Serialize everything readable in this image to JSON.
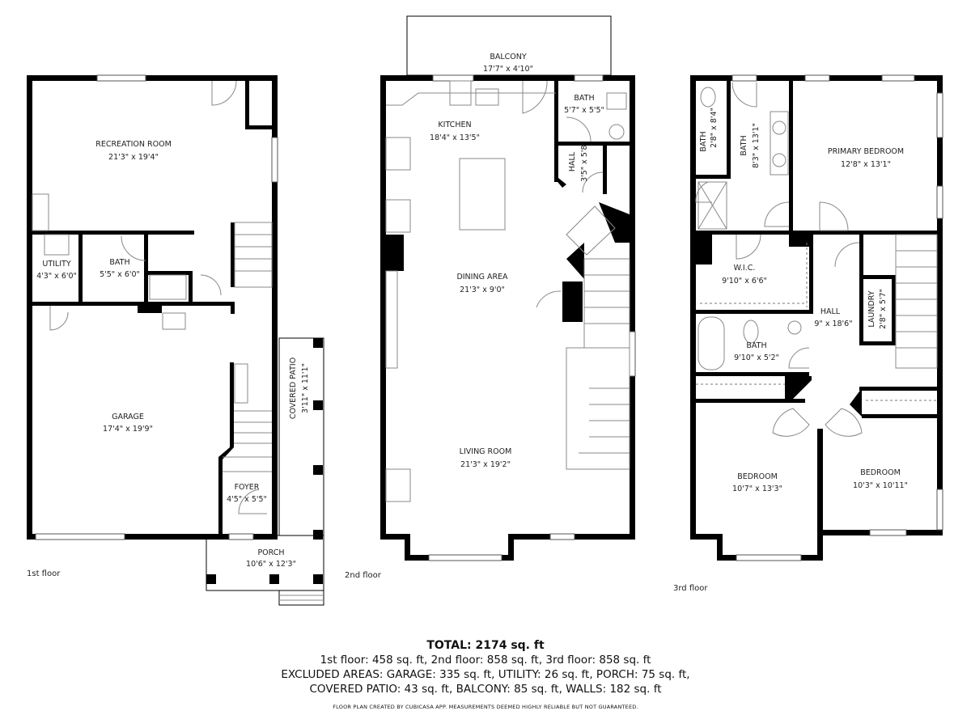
{
  "floors": [
    {
      "label": "1st floor",
      "rooms": [
        {
          "name": "RECREATION ROOM",
          "dims": "21'3\" x 19'4\""
        },
        {
          "name": "UTILITY",
          "dims": "4'3\" x 6'0\""
        },
        {
          "name": "BATH",
          "dims": "5'5\" x 6'0\""
        },
        {
          "name": "GARAGE",
          "dims": "17'4\" x 19'9\""
        },
        {
          "name": "FOYER",
          "dims": "4'5\" x 5'5\""
        },
        {
          "name": "COVERED PATIO",
          "dims": "3'11\" x 11'1\""
        },
        {
          "name": "PORCH",
          "dims": "10'6\" x 12'3\""
        }
      ]
    },
    {
      "label": "2nd floor",
      "rooms": [
        {
          "name": "BALCONY",
          "dims": "17'7\" x 4'10\""
        },
        {
          "name": "KITCHEN",
          "dims": "18'4\" x 13'5\""
        },
        {
          "name": "BATH",
          "dims": "5'7\" x 5'5\""
        },
        {
          "name": "HALL",
          "dims": "3'5\" x 5'8\""
        },
        {
          "name": "DINING AREA",
          "dims": "21'3\" x 9'0\""
        },
        {
          "name": "LIVING ROOM",
          "dims": "21'3\" x 19'2\""
        }
      ]
    },
    {
      "label": "3rd floor",
      "rooms": [
        {
          "name": "BATH",
          "dims": "2'8\" x 8'4\""
        },
        {
          "name": "BATH",
          "dims": "8'3\" x 13'1\""
        },
        {
          "name": "PRIMARY BEDROOM",
          "dims": "12'8\" x 13'1\""
        },
        {
          "name": "W.I.C.",
          "dims": "9'10\" x 6'6\""
        },
        {
          "name": "HALL",
          "dims": "9\" x 18'6\""
        },
        {
          "name": "LAUNDRY",
          "dims": "2'8\" x 5'7\""
        },
        {
          "name": "BATH",
          "dims": "9'10\" x 5'2\""
        },
        {
          "name": "BEDROOM",
          "dims": "10'7\" x 13'3\""
        },
        {
          "name": "BEDROOM",
          "dims": "10'3\" x 10'11\""
        }
      ]
    }
  ],
  "summary": {
    "total": "TOTAL: 2174 sq. ft",
    "floors_line": "1st floor: 458 sq. ft, 2nd floor: 858 sq. ft, 3rd floor: 858 sq. ft",
    "excluded_line1": "EXCLUDED AREAS: GARAGE: 335 sq. ft, UTILITY: 26 sq. ft, PORCH: 75 sq. ft,",
    "excluded_line2": "COVERED PATIO: 43 sq. ft, BALCONY: 85 sq. ft, WALLS: 182 sq. ft",
    "credit": "FLOOR PLAN CREATED BY CUBICASA APP. MEASUREMENTS DEEMED HIGHLY RELIABLE BUT NOT GUARANTEED."
  }
}
